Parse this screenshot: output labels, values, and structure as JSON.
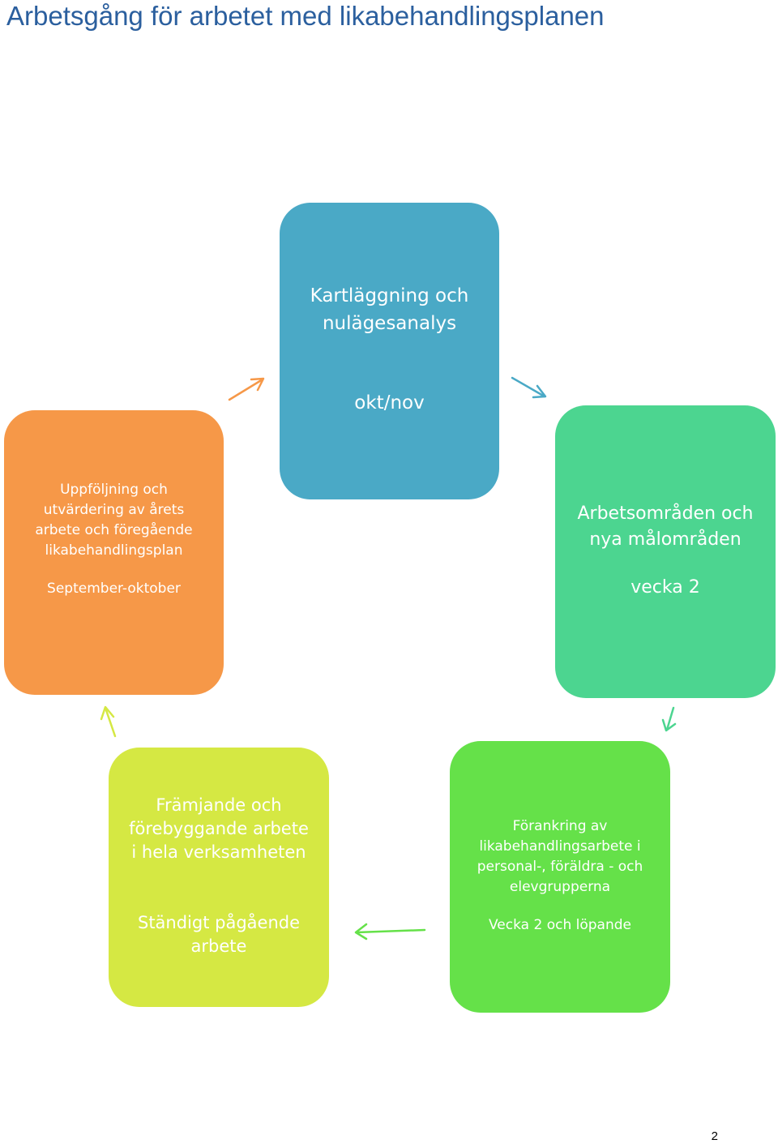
{
  "title": "Arbetsgång för arbetet med likabehandlingsplanen",
  "boxes": {
    "kartlaggning": {
      "heading": "Kartläggning och\nnulägesanalys",
      "timing": "okt/nov",
      "color": "#4aa9c6"
    },
    "uppfoljning": {
      "heading": "Uppföljning och\nutvärdering av årets\narbete och föregående\nlikabehandlingsplan",
      "timing": "September-oktober",
      "color": "#f69848"
    },
    "arbetsomraden": {
      "heading": "Arbetsområden och\nnya målområden",
      "timing": "vecka 2",
      "color": "#4cd590"
    },
    "framjande": {
      "heading": "Främjande och\nförebyggande arbete\ni hela verksamheten",
      "timing": "Ständigt pågående\narbete",
      "color": "#d5e843"
    },
    "forankring": {
      "heading": "Förankring av\nlikabehandlingsarbete i\npersonal-, föräldra - och\nelevgrupperna",
      "timing": "Vecka 2 och löpande",
      "color": "#65e149"
    }
  },
  "arrow_colors": {
    "orange": "#f69848",
    "blue": "#4aa9c6",
    "green": "#4cd590",
    "lime": "#d5e843",
    "bright_green": "#65e149"
  },
  "page_number": "2"
}
